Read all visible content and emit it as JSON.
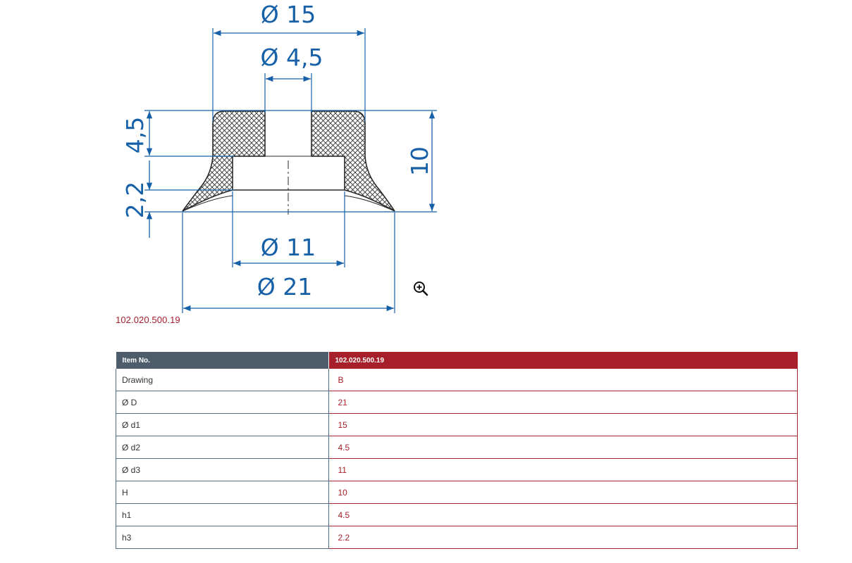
{
  "drawing": {
    "dimensions": {
      "d1": "Ø 15",
      "d2": "Ø 4,5",
      "d3": "Ø 11",
      "D": "Ø 21",
      "H": "10",
      "h1": "4,5",
      "h3": "2,2"
    },
    "caption": "102.020.500.19",
    "zoom_icon": "zoom-in-icon"
  },
  "table": {
    "header": {
      "label": "Item No.",
      "value": "102.020.500.19"
    },
    "rows": [
      {
        "label": "Drawing",
        "value": "B"
      },
      {
        "label": "Ø D",
        "value": "21"
      },
      {
        "label": "Ø d1",
        "value": "15"
      },
      {
        "label": "Ø d2",
        "value": "4.5"
      },
      {
        "label": "Ø d3",
        "value": "11"
      },
      {
        "label": "H",
        "value": "10"
      },
      {
        "label": "h1",
        "value": "4.5"
      },
      {
        "label": "h3",
        "value": "2.2"
      }
    ]
  },
  "colors": {
    "dimension_blue": "#1660a8",
    "accent_red": "#a61f2b",
    "header_slate": "#4d5d6b"
  }
}
